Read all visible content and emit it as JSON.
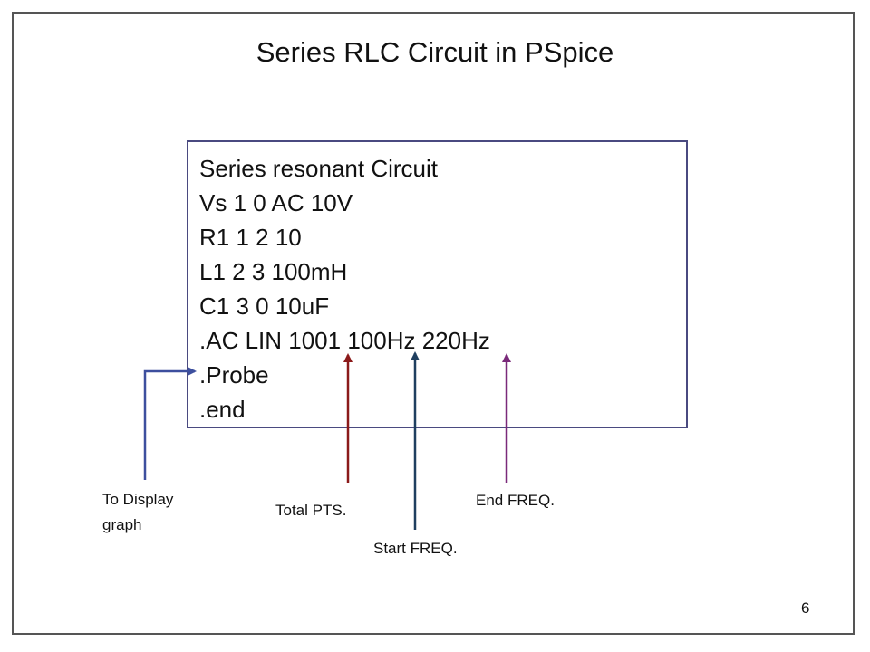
{
  "slide": {
    "title": "Series RLC Circuit in PSpice",
    "page_number": "6"
  },
  "netlist": {
    "lines": [
      "Series resonant Circuit",
      "Vs 1 0 AC 10V",
      "R1 1 2 10",
      "L1 2 3 100mH",
      "C1 3 0 10uF",
      ".AC LIN  1001 100Hz 220Hz",
      ".Probe",
      ".end"
    ]
  },
  "annotations": {
    "display_graph": {
      "line1": "To Display",
      "line2": "graph"
    },
    "total_pts": "Total PTS.",
    "start_freq": "Start FREQ.",
    "end_freq": "End FREQ."
  },
  "colors": {
    "border": "#555555",
    "box_border": "#4a4a80",
    "arrow_display": "#3d4f9e",
    "arrow_total": "#8b1a1a",
    "arrow_start": "#1f3f5f",
    "arrow_end": "#7a2a7a"
  }
}
